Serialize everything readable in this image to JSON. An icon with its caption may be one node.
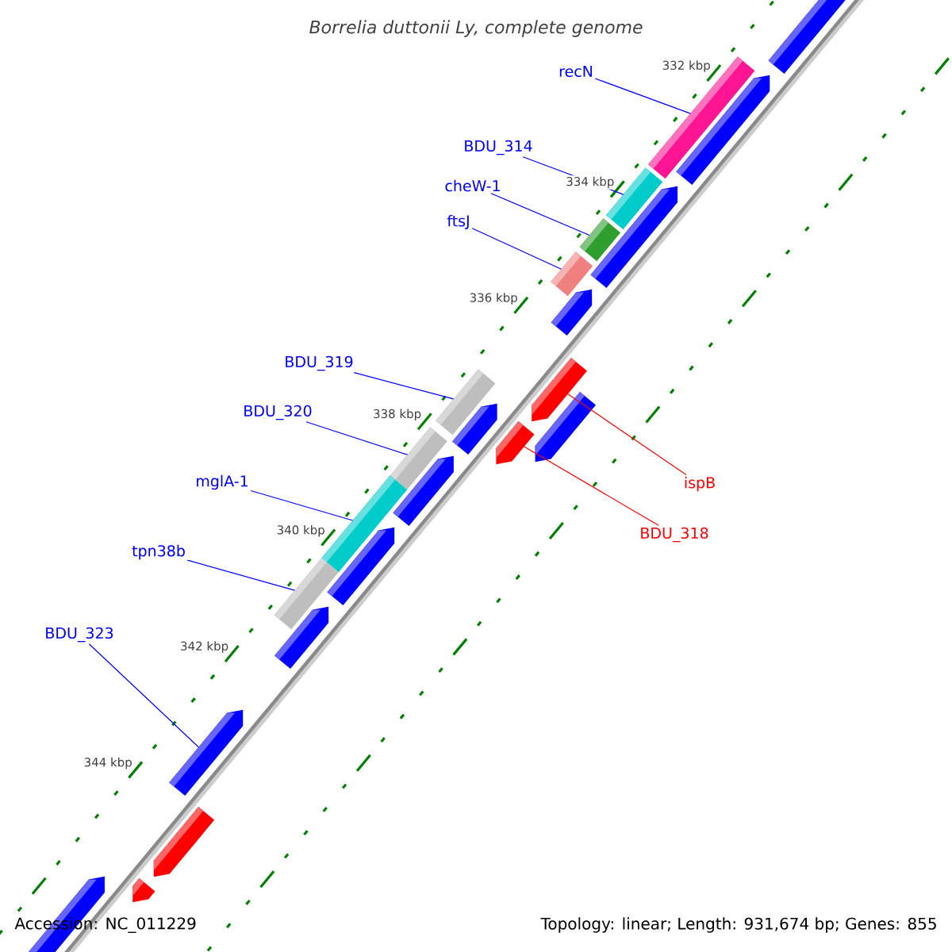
{
  "diagram": {
    "title": "Borrelia duttonii Ly, complete genome",
    "nodes": [
      {
        "text": [
          "recN"
        ]
      },
      {
        "text": [
          "BDU_314"
        ]
      },
      {
        "text": [
          "cheW-1"
        ]
      },
      {
        "text": [
          "ftsJ"
        ]
      },
      {
        "text": [
          "BDU_319"
        ]
      },
      {
        "text": [
          "BDU_320"
        ]
      },
      {
        "text": [
          "mglA-1"
        ]
      },
      {
        "text": [
          "tpn38b"
        ]
      },
      {
        "text": [
          "BDU_323"
        ]
      },
      {
        "text": [
          "ispB"
        ]
      },
      {
        "text": [
          "BDU_318"
        ]
      },
      {
        "text": [],
        "shape": "bar"
      },
      {
        "text": [],
        "shape": "bar"
      },
      {
        "text": [],
        "shape": "bar"
      },
      {
        "text": [],
        "shape": "bar"
      },
      {
        "text": [],
        "shape": "bar"
      },
      {
        "text": [],
        "shape": "bar"
      },
      {
        "text": [],
        "shape": "bar"
      },
      {
        "text": [],
        "shape": "bar"
      },
      {
        "text": [],
        "shape": "bar"
      },
      {
        "text": [],
        "shape": "bar"
      },
      {
        "text": [],
        "shape": "bar"
      },
      {
        "text": [],
        "shape": "bar"
      },
      {
        "text": [],
        "shape": "bar"
      },
      {
        "text": [],
        "shape": "bar"
      },
      {
        "text": [],
        "shape": "bar"
      },
      {
        "text": [],
        "shape": "bar"
      },
      {
        "text": [],
        "shape": "bar"
      },
      {
        "text": [],
        "shape": "bar"
      },
      {
        "text": [],
        "shape": "bar"
      },
      {
        "text": [],
        "shape": "bar"
      },
      {
        "text": [],
        "shape": "bar"
      },
      {
        "text": [],
        "shape": "bar"
      },
      {
        "text": [],
        "shape": "bar"
      }
    ],
    "edges": [
      {
        "from": 0,
        "to": 11,
        "arrow": "none"
      },
      {
        "from": 1,
        "to": 12,
        "arrow": "none"
      },
      {
        "from": 2,
        "to": 13,
        "arrow": "none"
      },
      {
        "from": 3,
        "to": 14,
        "arrow": "none"
      },
      {
        "from": 4,
        "to": 15,
        "arrow": "none"
      },
      {
        "from": 5,
        "to": 16,
        "arrow": "none"
      },
      {
        "from": 6,
        "to": 17,
        "arrow": "none"
      },
      {
        "from": 7,
        "to": 18,
        "arrow": "none"
      },
      {
        "from": 8,
        "to": 19,
        "arrow": "none"
      },
      {
        "from": 9,
        "to": 20,
        "arrow": "none",
        "color": "#ff0000"
      },
      {
        "from": 10,
        "to": 21,
        "arrow": "none",
        "color": "#ff0000"
      }
    ],
    "labels": [
      "332 kbp",
      "334 kbp",
      "336 kbp",
      "338 kbp",
      "340 kbp",
      "342 kbp",
      "344 kbp",
      "Accession: NC_011229",
      "Topology: linear; Length: 931,674 bp; Genes: 855"
    ]
  }
}
